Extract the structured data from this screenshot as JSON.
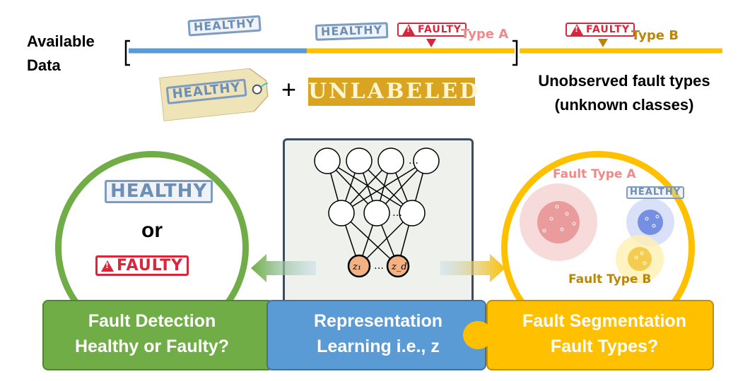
{
  "timeline": {
    "available_label": "Available\nData",
    "healthy_stamp": "HEALTHY",
    "faulty_stamp": "FAULTY",
    "type_a": "Type A",
    "type_b": "Type B",
    "unobserved": "Unobserved fault types\n(unknown classes)",
    "plus": "+",
    "tag_text": "HEALTHY",
    "unlabeled": "UNLABELED",
    "colors": {
      "healthy_bar": "#5b9bd5",
      "unlabeled_bar": "#ffc000"
    }
  },
  "left_panel": {
    "healthy_stamp": "HEALTHY",
    "or": "or",
    "faulty_stamp": "FAULTY",
    "label": "Fault Detection\nHealthy or Faulty?",
    "color": "#70ad47"
  },
  "center_panel": {
    "latent_first": "z₁",
    "latent_dots": "…",
    "latent_last": "z_d",
    "hidden_dots": "…",
    "top_dots": "…",
    "label_line1": "Representation",
    "label_line2": "Learning i.e., z",
    "color": "#5b9bd5"
  },
  "right_panel": {
    "fault_type_a": "Fault Type A",
    "healthy_stamp": "HEALTHY",
    "fault_type_b": "Fault Type B",
    "label": "Fault Segmentation\nFault Types?",
    "color": "#ffc000"
  }
}
